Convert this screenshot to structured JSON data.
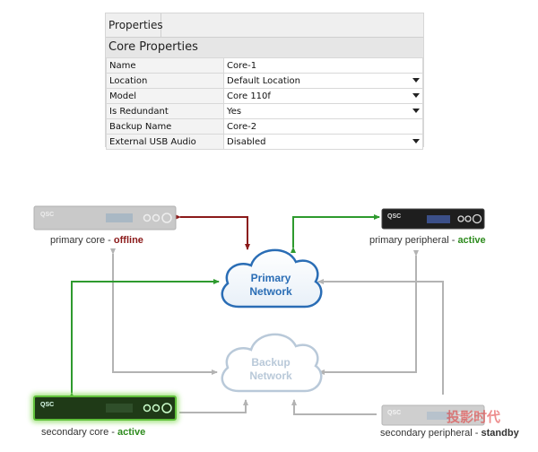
{
  "panel": {
    "tab_label": "Properties",
    "section_title": "Core Properties",
    "rows": [
      {
        "key": "Name",
        "value": "Core-1",
        "dropdown": false
      },
      {
        "key": "Location",
        "value": "Default Location",
        "dropdown": true
      },
      {
        "key": "Model",
        "value": "Core 110f",
        "dropdown": true
      },
      {
        "key": "Is Redundant",
        "value": "Yes",
        "dropdown": true
      },
      {
        "key": "Backup Name",
        "value": "Core-2",
        "dropdown": false
      },
      {
        "key": "External USB Audio",
        "value": "Disabled",
        "dropdown": true
      }
    ]
  },
  "diagram": {
    "primary_network": {
      "line1": "Primary",
      "line2": "Network"
    },
    "backup_network": {
      "line1": "Backup",
      "line2": "Network"
    },
    "device_brand": "QSC",
    "primary_core": {
      "name": "primary core",
      "sep": " - ",
      "status": "offline"
    },
    "primary_peripheral": {
      "name": "primary peripheral",
      "sep": " - ",
      "status": "active"
    },
    "secondary_core": {
      "name": "secondary core",
      "sep": " - ",
      "status": "active"
    },
    "secondary_peripheral": {
      "name": "secondary peripheral",
      "sep": " - ",
      "status": "standby"
    }
  },
  "watermark": "投影时代",
  "colors": {
    "offline": "#8b1a1a",
    "active": "#2e8b1e",
    "primary_network": "#2a6db5",
    "backup_network": "#b9c9d9",
    "link_gray": "#b3b3b3",
    "link_green": "#2e9a2e",
    "link_red": "#8b1a1a"
  }
}
